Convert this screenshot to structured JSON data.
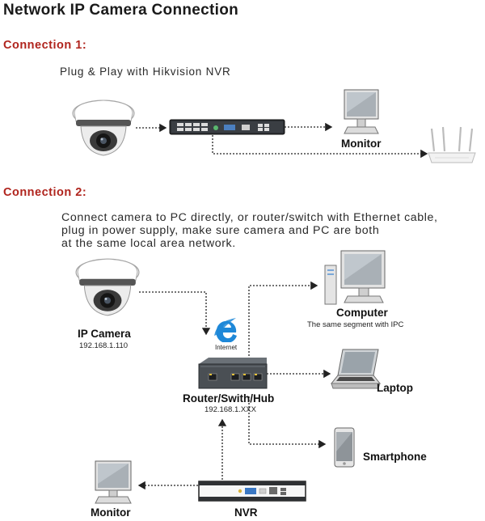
{
  "title": "Network IP Camera Connection",
  "connection1": {
    "heading": "Connection 1:",
    "description": "Plug & Play with Hikvision NVR",
    "monitor_label": "Monitor"
  },
  "connection2": {
    "heading": "Connection 2:",
    "description_line1": "Connect camera to PC directly, or router/switch with Ethernet cable,",
    "description_line2": "plug in power supply, make sure camera and PC are both",
    "description_line3": "at the same local area network.",
    "camera_label": "IP Camera",
    "camera_ip": "192.168.1.110",
    "internet_label": "Internet",
    "router_label": "Router/Swith/Hub",
    "router_ip": "192.168.1.XXX",
    "computer_label": "Computer",
    "computer_note": "The same segment with IPC",
    "laptop_label": "Laptop",
    "smartphone_label": "Smartphone",
    "monitor_label": "Monitor",
    "nvr_label": "NVR"
  },
  "colors": {
    "heading_red": "#b0241d",
    "internet_blue": "#1e88d8",
    "router_gray": "#4a4f54"
  },
  "icons": [
    "dome-camera-icon",
    "nvr-icon",
    "monitor-icon",
    "wifi-router-icon",
    "internet-explorer-icon",
    "network-switch-icon",
    "desktop-computer-icon",
    "laptop-icon",
    "smartphone-icon"
  ]
}
